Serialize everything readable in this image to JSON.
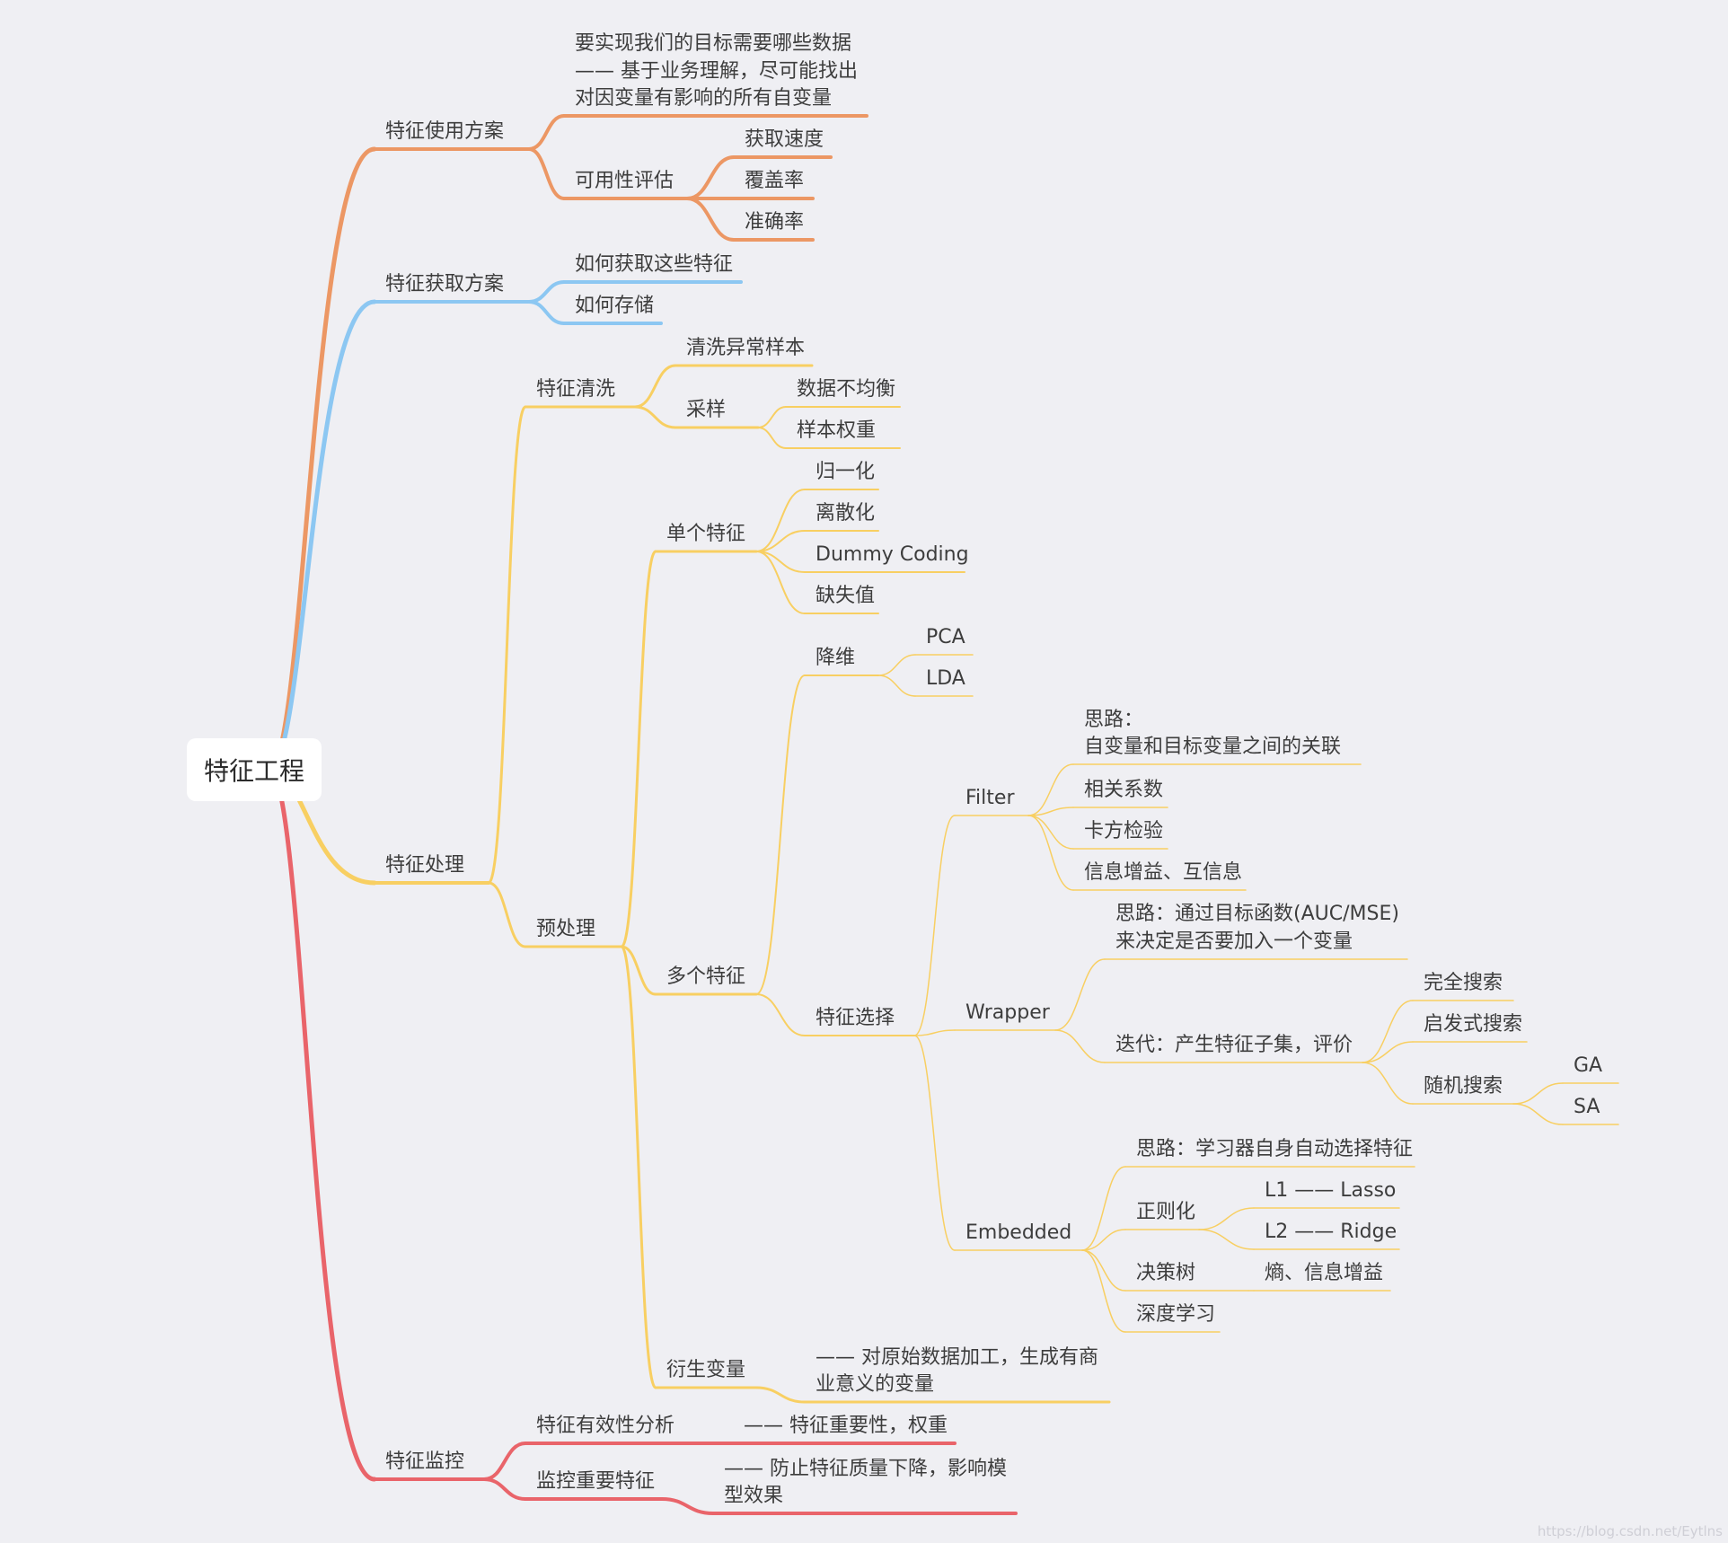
{
  "root": "特征工程",
  "colors": {
    "usage": "#ec9764",
    "acquire": "#8cc7f2",
    "process": "#f8cf62",
    "monitor": "#e9646a"
  },
  "nodes": {
    "usage": "特征使用方案",
    "usage_req_1": "要实现我们的目标需要哪些数据",
    "usage_req_2": "—— 基于业务理解，尽可能找出",
    "usage_req_3": "对因变量有影响的所有自变量",
    "usability": "可用性评估",
    "speed": "获取速度",
    "coverage": "覆盖率",
    "accuracy": "准确率",
    "acquire": "特征获取方案",
    "how_get": "如何获取这些特征",
    "how_store": "如何存储",
    "process": "特征处理",
    "clean": "特征清洗",
    "clean_outlier": "清洗异常样本",
    "sampling": "采样",
    "imbalance": "数据不均衡",
    "sample_weight": "样本权重",
    "preprocess": "预处理",
    "single": "单个特征",
    "normalize": "归一化",
    "discretize": "离散化",
    "dummy": "Dummy Coding",
    "missing": "缺失值",
    "multi": "多个特征",
    "dimred": "降维",
    "pca": "PCA",
    "lda": "LDA",
    "selection": "特征选择",
    "filter": "Filter",
    "filter_idea_1": "思路：",
    "filter_idea_2": "自变量和目标变量之间的关联",
    "corr": "相关系数",
    "chi2": "卡方检验",
    "info_gain": "信息增益、互信息",
    "wrapper": "Wrapper",
    "wrapper_idea_1": "思路：通过目标函数(AUC/MSE)",
    "wrapper_idea_2": "来决定是否要加入一个变量",
    "iterate": "迭代：产生特征子集，评价",
    "full_search": "完全搜索",
    "heuristic": "启发式搜索",
    "random_search": "随机搜索",
    "ga": "GA",
    "sa": "SA",
    "embedded": "Embedded",
    "embedded_idea": "思路：学习器自身自动选择特征",
    "regularization": "正则化",
    "l1": "L1 —— Lasso",
    "l2": "L2 —— Ridge",
    "tree": "决策树",
    "entropy": "熵、信息增益",
    "deep": "深度学习",
    "derived": "衍生变量",
    "derived_desc_1": "—— 对原始数据加工，生成有商",
    "derived_desc_2": "业意义的变量",
    "monitor": "特征监控",
    "validity": "特征有效性分析",
    "validity_desc": "—— 特征重要性，权重",
    "monitor_important": "监控重要特征",
    "monitor_desc_1": "—— 防止特征质量下降，影响模",
    "monitor_desc_2": "型效果"
  },
  "watermark": "https://blog.csdn.net/Eytlns"
}
